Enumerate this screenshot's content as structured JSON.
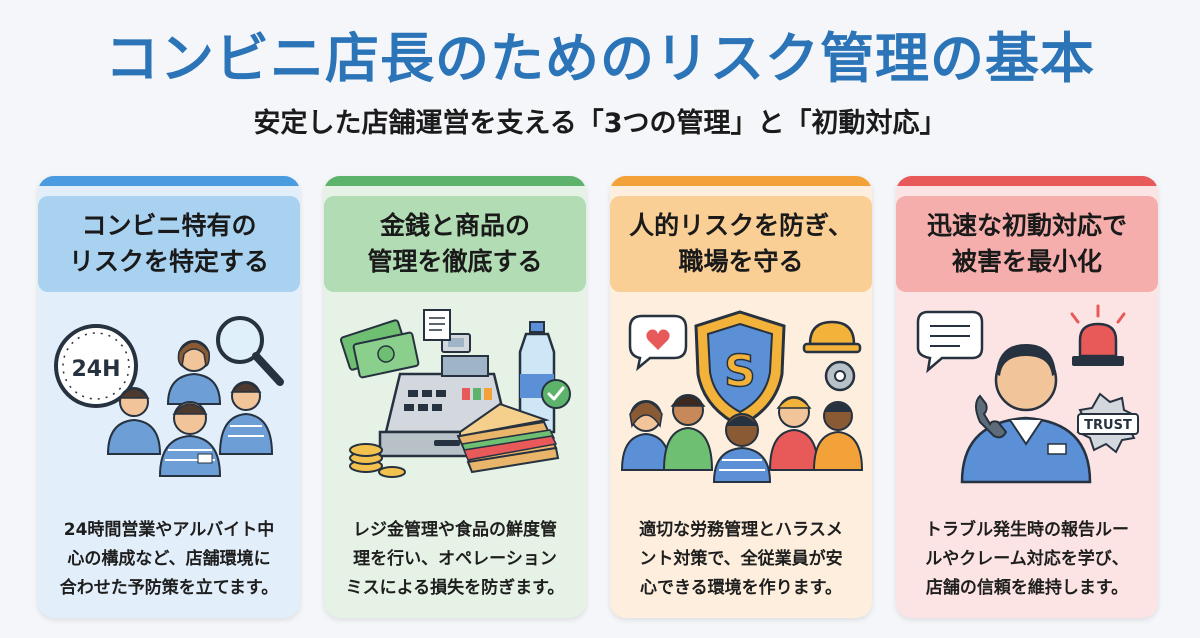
{
  "title": "コンビニ店長のためのリスク管理の基本",
  "subtitle": "安定した店舗運営を支える「3つの管理」と「初動対応」",
  "colors": {
    "title": "#2b74b8",
    "card1_accent": "#4a9be0",
    "card1_header": "#a9d2f1",
    "card1_body": "#e2eefa",
    "card2_accent": "#5db36b",
    "card2_header": "#b2dcb4",
    "card2_body": "#e5f2e5",
    "card3_accent": "#f3a23a",
    "card3_header": "#f9cf95",
    "card3_body": "#fdeedd",
    "card4_accent": "#e8595a",
    "card4_header": "#f5aeac",
    "card4_body": "#fbe4e3"
  },
  "cards": [
    {
      "title_lines": [
        "コンビニ特有の",
        "リスクを特定する"
      ],
      "desc_lines": [
        "24時間営業やアルバイト中",
        "心の構成など、店舗環境に",
        "合わせた予防策を立てます。"
      ],
      "icons": [
        "clock-24h-icon",
        "magnifier-icon",
        "staff-group-icon"
      ],
      "clock_label": "24H"
    },
    {
      "title_lines": [
        "金銭と商品の",
        "管理を徹底する"
      ],
      "desc_lines": [
        "レジ金管理や食品の鮮度管",
        "理を行い、オペレーション",
        "ミスによる損失を防ぎます。"
      ],
      "icons": [
        "cash-icon",
        "register-icon",
        "coins-icon",
        "bottle-icon",
        "sandwich-icon",
        "check-icon"
      ]
    },
    {
      "title_lines": [
        "人的リスクを防ぎ、",
        "職場を守る"
      ],
      "desc_lines": [
        "適切な労務管理とハラスメ",
        "ント対策で、全従業員が安",
        "心できる環境を作ります。"
      ],
      "icons": [
        "heart-bubble-icon",
        "shield-icon",
        "hardhat-icon",
        "diverse-staff-icon"
      ],
      "shield_label": "S"
    },
    {
      "title_lines": [
        "迅速な初動対応で",
        "被害を最小化"
      ],
      "desc_lines": [
        "トラブル発生時の報告ルー",
        "ルやクレーム対応を学び、",
        "店舗の信頼を維持します。"
      ],
      "icons": [
        "speech-bubble-icon",
        "siren-icon",
        "phone-staff-icon",
        "trust-badge-icon"
      ],
      "badge_label": "TRUST"
    }
  ]
}
